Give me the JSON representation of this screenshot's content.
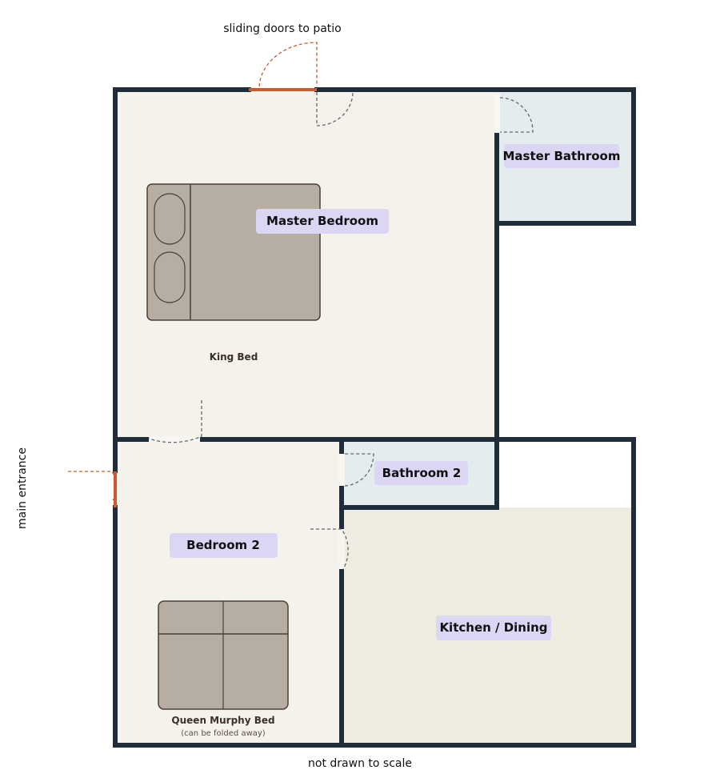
{
  "colors": {
    "wall": "#1f2d3a",
    "floor": "#f5f2eb",
    "bath_floor": "#e4ecee",
    "kitchen_floor": "#f0ebe0",
    "label_bg": "#dcd6f5",
    "furniture": "#b6ada3",
    "door_accent": "#cc5a2a",
    "door_swing": "#5c6a73"
  },
  "rooms": {
    "master_bedroom": "Master Bedroom",
    "master_bathroom": "Master Bathroom",
    "bathroom_2": "Bathroom 2",
    "bedroom_2": "Bedroom 2",
    "kitchen_dining": "Kitchen / Dining"
  },
  "furniture": {
    "king_bed": "King Bed",
    "queen_bed": "Queen Murphy Bed",
    "queen_bed_note": "(can be folded away)"
  },
  "annotations": {
    "patio": "sliding doors to patio",
    "entrance": "main entrance",
    "scale": "not drawn to scale"
  }
}
